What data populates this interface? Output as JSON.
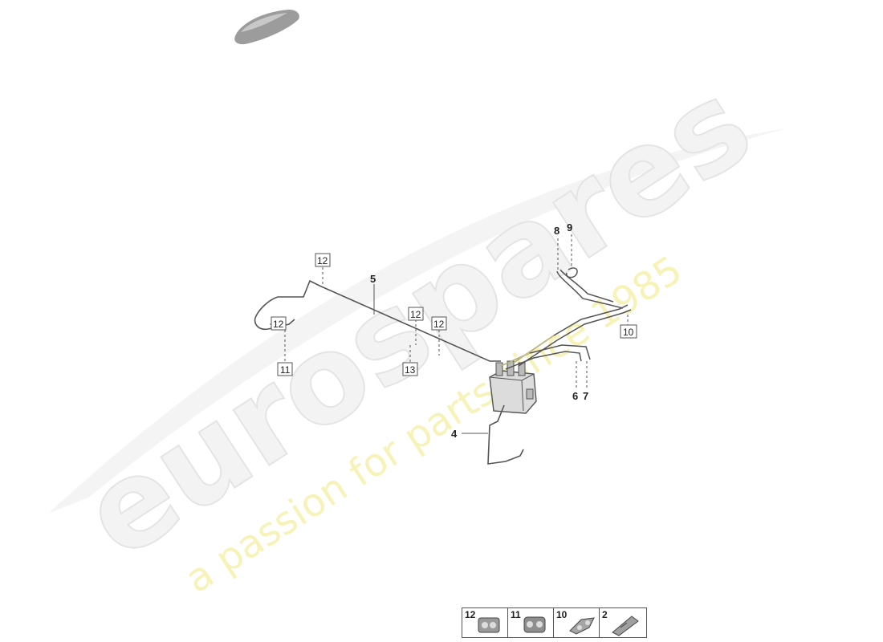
{
  "watermark": {
    "brand": "eurospares",
    "tagline": "a passion for parts since 1985"
  },
  "callouts": {
    "label_4": "4",
    "label_5": "5",
    "label_6": "6",
    "label_7": "7",
    "label_8": "8",
    "label_9": "9",
    "box_12_a": "12",
    "box_12_b": "12",
    "box_12_c": "12",
    "box_12_d": "12",
    "box_11": "11",
    "box_13": "13",
    "box_10": "10"
  },
  "legend": {
    "items": [
      {
        "number": "12",
        "icon": "clip-12-icon"
      },
      {
        "number": "11",
        "icon": "clip-11-icon"
      },
      {
        "number": "10",
        "icon": "clip-10-icon"
      },
      {
        "number": "2",
        "icon": "clip-2-icon"
      }
    ]
  },
  "colors": {
    "line": "#555555",
    "watermark_text": "#eeeeee",
    "watermark_tagline": "#f5f0a8"
  }
}
